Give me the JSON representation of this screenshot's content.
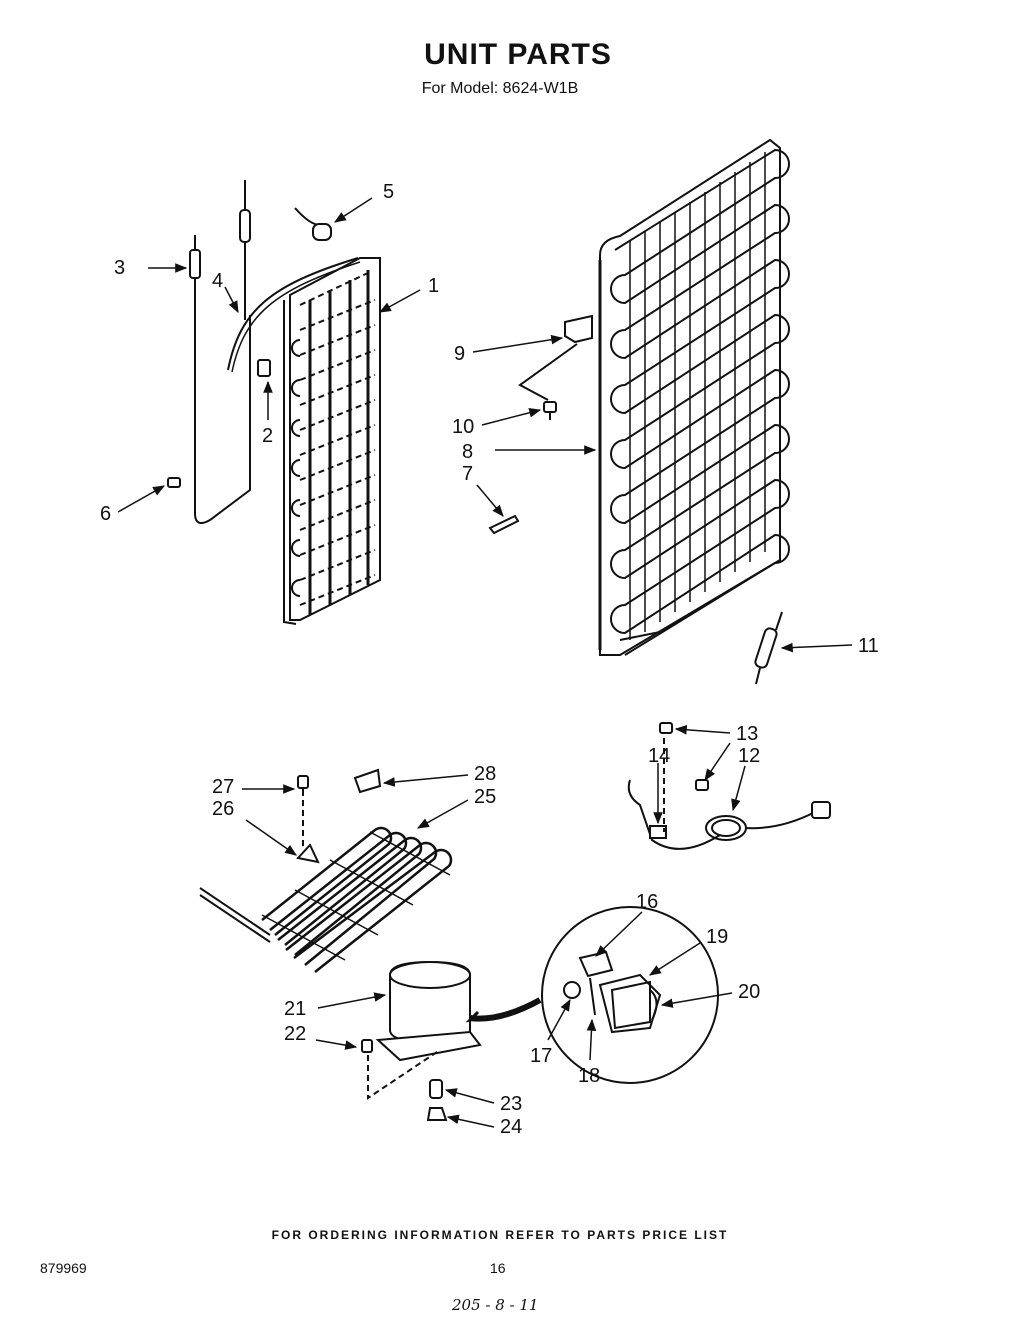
{
  "header": {
    "title": "UNIT PARTS",
    "subtitle": "For Model: 8624-W1B"
  },
  "callouts": [
    {
      "id": "c1",
      "label": "1"
    },
    {
      "id": "c2",
      "label": "2"
    },
    {
      "id": "c3",
      "label": "3"
    },
    {
      "id": "c4",
      "label": "4"
    },
    {
      "id": "c5",
      "label": "5"
    },
    {
      "id": "c6",
      "label": "6"
    },
    {
      "id": "c7",
      "label": "7"
    },
    {
      "id": "c8",
      "label": "8"
    },
    {
      "id": "c9",
      "label": "9"
    },
    {
      "id": "c10",
      "label": "10"
    },
    {
      "id": "c11",
      "label": "11"
    },
    {
      "id": "c12",
      "label": "12"
    },
    {
      "id": "c13",
      "label": "13"
    },
    {
      "id": "c14",
      "label": "14"
    },
    {
      "id": "c16",
      "label": "16"
    },
    {
      "id": "c17",
      "label": "17"
    },
    {
      "id": "c18",
      "label": "18"
    },
    {
      "id": "c19",
      "label": "19"
    },
    {
      "id": "c20",
      "label": "20"
    },
    {
      "id": "c21",
      "label": "21"
    },
    {
      "id": "c22",
      "label": "22"
    },
    {
      "id": "c23",
      "label": "23"
    },
    {
      "id": "c24",
      "label": "24"
    },
    {
      "id": "c25",
      "label": "25"
    },
    {
      "id": "c26",
      "label": "26"
    },
    {
      "id": "c27",
      "label": "27"
    },
    {
      "id": "c28",
      "label": "28"
    }
  ],
  "footer": {
    "note": "FOR ORDERING INFORMATION REFER TO PARTS PRICE LIST",
    "doc_number": "879969",
    "page_number": "16",
    "handwritten": "205 - 8 - 11"
  }
}
